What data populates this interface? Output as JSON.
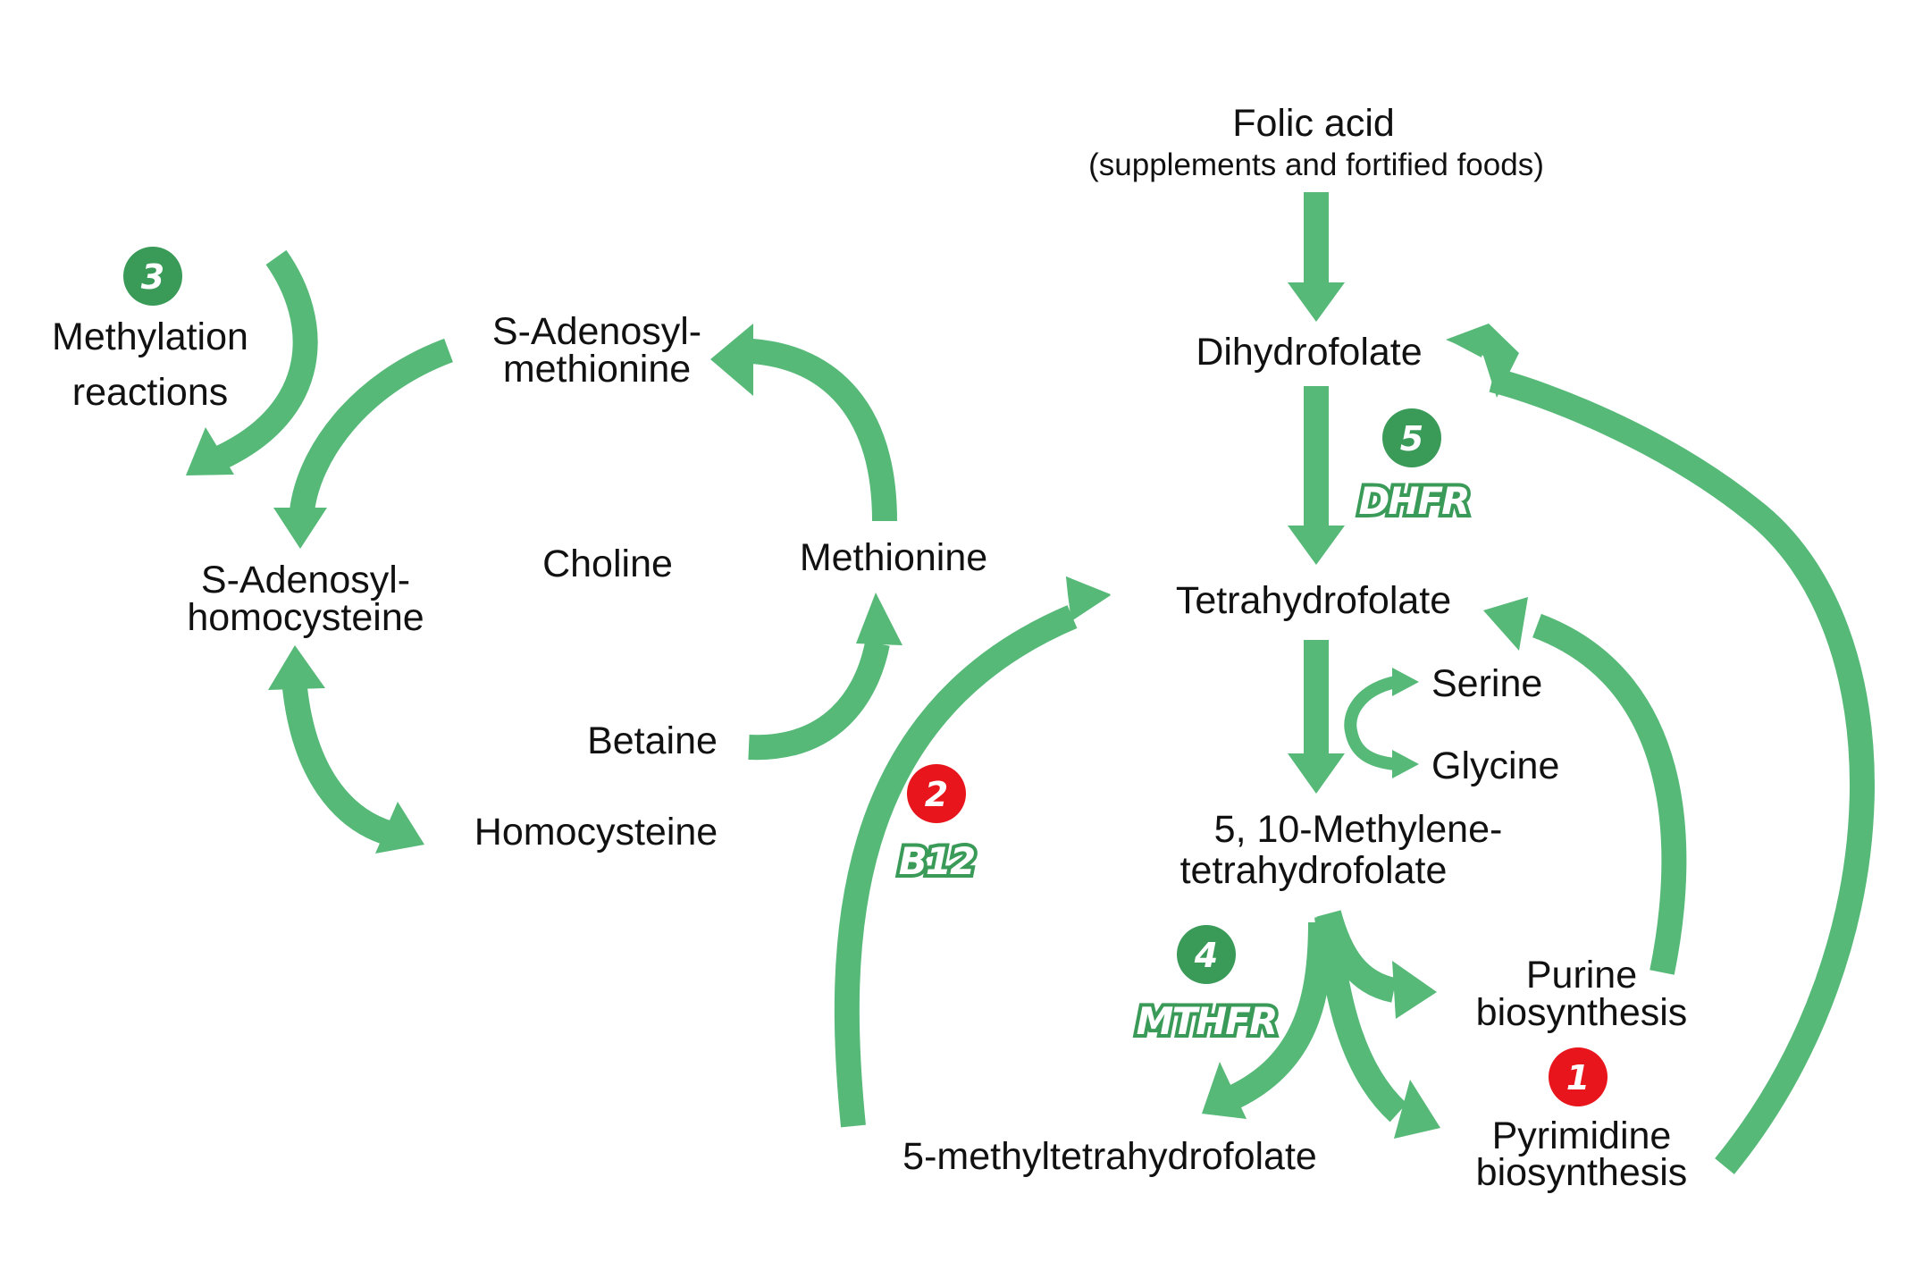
{
  "diagram": {
    "title": "Folate and methionine metabolism pathway",
    "colors": {
      "arrow": "#56b978",
      "badge_green": "#3a9a58",
      "badge_red": "#e8161c",
      "enzyme_outline": "#3a9a58",
      "text": "#111111"
    },
    "nodes": {
      "folic_acid": {
        "label": "Folic acid",
        "sublabel": "(supplements and fortified foods)"
      },
      "dihydrofolate": {
        "label": "Dihydrofolate"
      },
      "tetrahydrofolate": {
        "label": "Tetrahydrofolate"
      },
      "serine": {
        "label": "Serine"
      },
      "glycine": {
        "label": "Glycine"
      },
      "methylene_thf": {
        "line1": "5, 10-Methylene-",
        "line2": "tetrahydrofolate"
      },
      "purine": {
        "line1": "Purine",
        "line2": "biosynthesis"
      },
      "pyrimidine": {
        "line1": "Pyrimidine",
        "line2": "biosynthesis"
      },
      "methyl_thf": {
        "label": "5-methyltetrahydrofolate"
      },
      "methionine": {
        "label": "Methionine"
      },
      "choline": {
        "label": "Choline"
      },
      "betaine": {
        "label": "Betaine"
      },
      "homocysteine": {
        "label": "Homocysteine"
      },
      "sam": {
        "line1": "S-Adenosyl-",
        "line2": "methionine"
      },
      "sah": {
        "line1": "S-Adenosyl-",
        "line2": "homocysteine"
      },
      "methylation": {
        "line1": "Methylation",
        "line2": "reactions"
      }
    },
    "badges": [
      {
        "number": "1",
        "color": "red",
        "enzyme": ""
      },
      {
        "number": "2",
        "color": "red",
        "enzyme": "B12"
      },
      {
        "number": "3",
        "color": "green",
        "enzyme": ""
      },
      {
        "number": "4",
        "color": "green",
        "enzyme": "MTHFR"
      },
      {
        "number": "5",
        "color": "green",
        "enzyme": "DHFR"
      }
    ],
    "edges": [
      {
        "from": "Folic acid",
        "to": "Dihydrofolate"
      },
      {
        "from": "Dihydrofolate",
        "to": "Tetrahydrofolate",
        "enzyme": "DHFR"
      },
      {
        "from": "Tetrahydrofolate",
        "to": "5, 10-Methylene-tetrahydrofolate"
      },
      {
        "from": "Serine",
        "to": "Glycine"
      },
      {
        "from": "5, 10-Methylene-tetrahydrofolate",
        "to": "Purine biosynthesis"
      },
      {
        "from": "5, 10-Methylene-tetrahydrofolate",
        "to": "Pyrimidine biosynthesis"
      },
      {
        "from": "5, 10-Methylene-tetrahydrofolate",
        "to": "5-methyltetrahydrofolate",
        "enzyme": "MTHFR"
      },
      {
        "from": "Purine biosynthesis",
        "to": "Tetrahydrofolate"
      },
      {
        "from": "Pyrimidine biosynthesis",
        "to": "Dihydrofolate"
      },
      {
        "from": "5-methyltetrahydrofolate",
        "to": "Tetrahydrofolate",
        "enzyme": "B12"
      },
      {
        "from": "Betaine",
        "to": "Methionine"
      },
      {
        "from": "Methionine",
        "to": "S-Adenosyl-methionine"
      },
      {
        "from": "S-Adenosyl-methionine",
        "to": "S-Adenosyl-homocysteine"
      },
      {
        "from": "Methylation reactions",
        "to": "S-Adenosyl-homocysteine"
      },
      {
        "from": "S-Adenosyl-homocysteine",
        "to": "Homocysteine",
        "bidirectional": true
      }
    ]
  }
}
